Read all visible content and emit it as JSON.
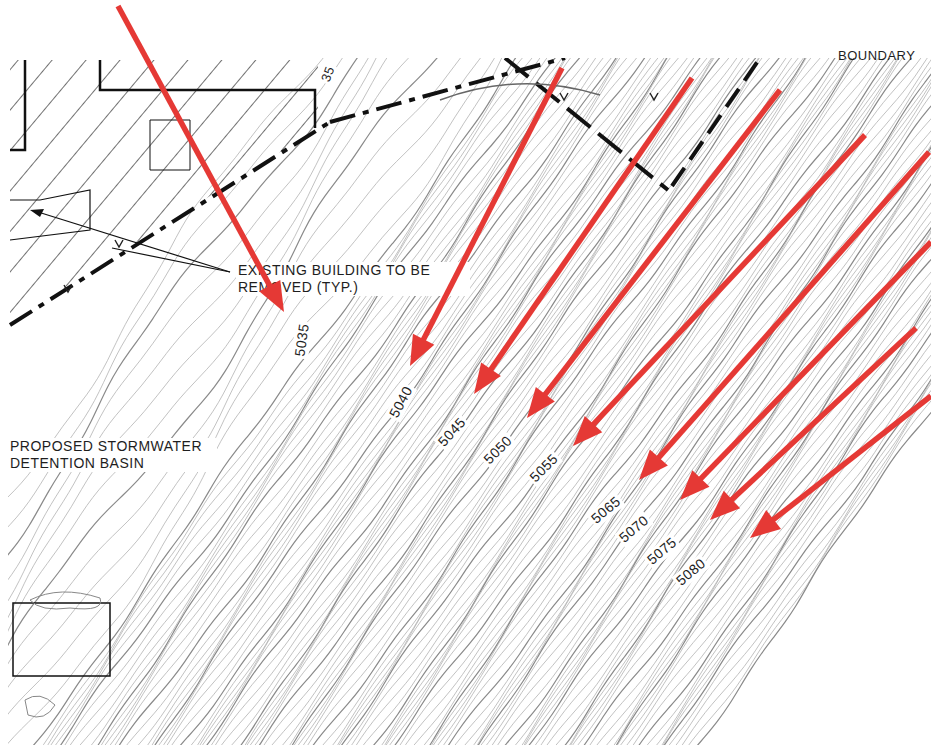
{
  "diagram": {
    "labels": [
      "BOUNDARY",
      "35",
      "EXISTING BUILDING TO BE REMOVED (TYP.)",
      "5035",
      "PROPOSED STORMWATER DETENTION BASIN",
      "5040",
      "5045",
      "5050",
      "5055",
      "5065",
      "5070",
      "5075",
      "5080"
    ]
  }
}
